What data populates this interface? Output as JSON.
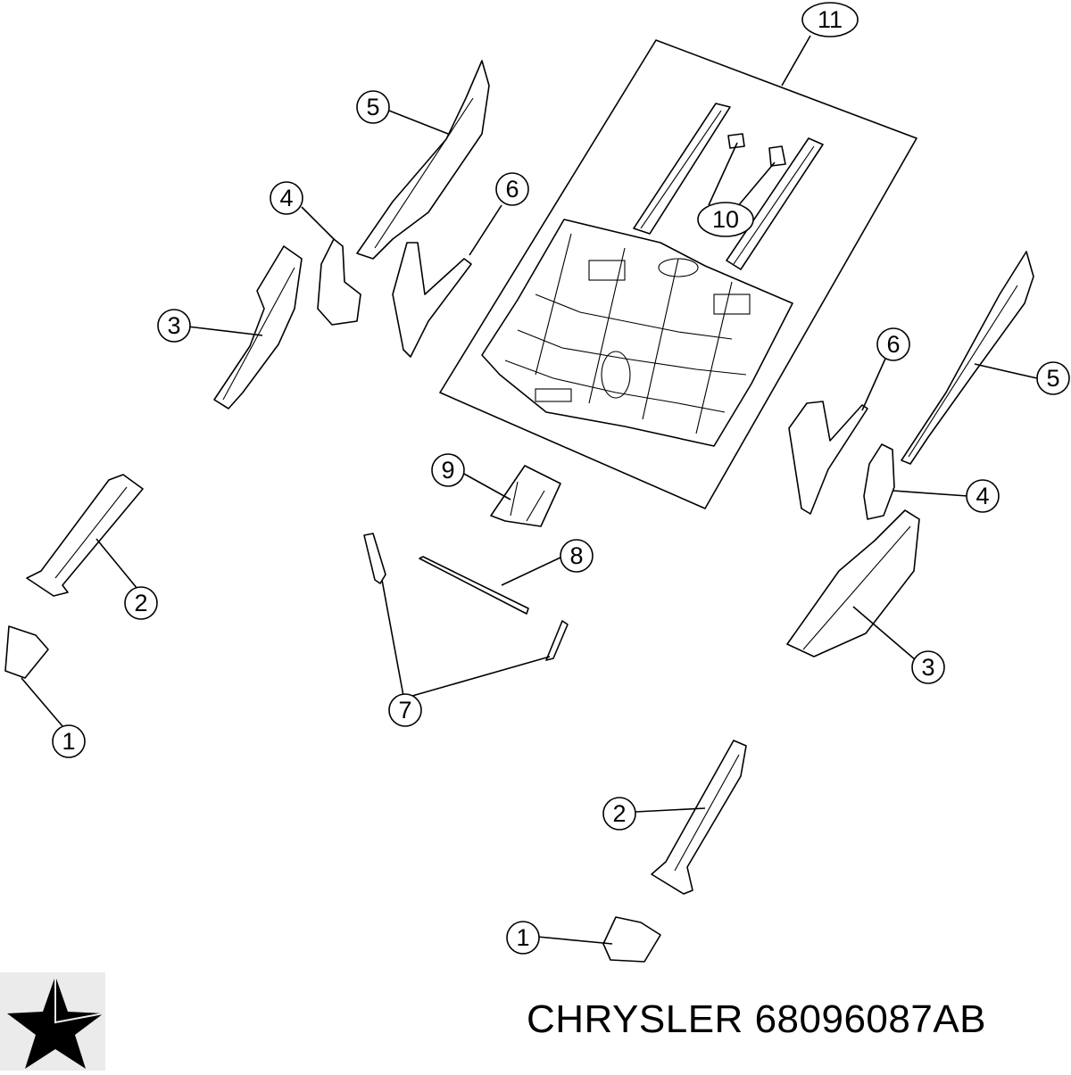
{
  "callouts": [
    "11",
    "10",
    "5",
    "4",
    "6",
    "3",
    "2",
    "1",
    "9",
    "8",
    "7"
  ],
  "brand": "CHRYSLER",
  "part_number": "68096087AB",
  "logo_icon": "pentastar-icon"
}
